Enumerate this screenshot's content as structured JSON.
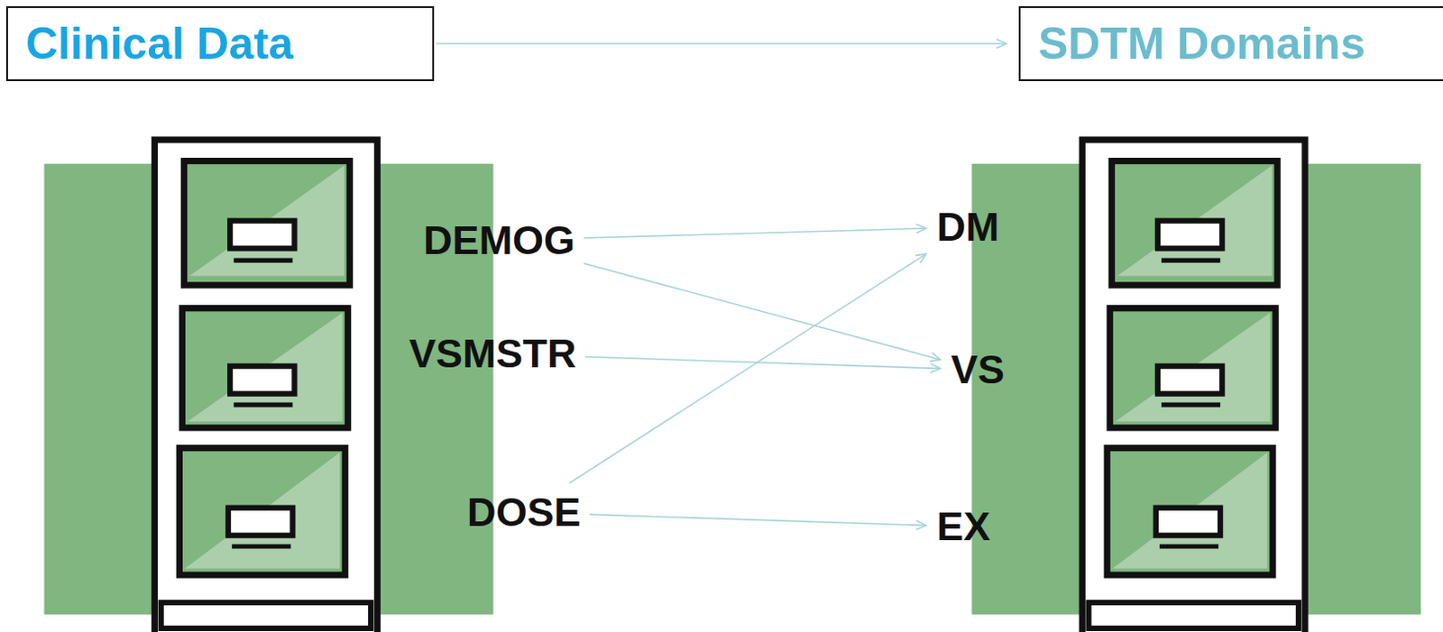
{
  "diagram": {
    "nodes": [
      {
        "text": [
          "Clinical Data"
        ]
      },
      {
        "text": [
          "SDTM Domains"
        ]
      },
      {
        "text": [
          "DEMOG"
        ]
      },
      {
        "text": [
          "VSMSTR"
        ]
      },
      {
        "text": [
          "DOSE"
        ]
      },
      {
        "text": [
          "DM"
        ]
      },
      {
        "text": [
          "VS"
        ]
      },
      {
        "text": [
          "EX"
        ]
      }
    ],
    "edges": [
      {
        "from": 0,
        "to": 1,
        "arrow": "to"
      },
      {
        "from": 2,
        "to": 5,
        "arrow": "to"
      },
      {
        "from": 2,
        "to": 6,
        "arrow": "to"
      },
      {
        "from": 3,
        "to": 6,
        "arrow": "to"
      },
      {
        "from": 4,
        "to": 5,
        "arrow": "to"
      },
      {
        "from": 4,
        "to": 7,
        "arrow": "to"
      }
    ]
  }
}
